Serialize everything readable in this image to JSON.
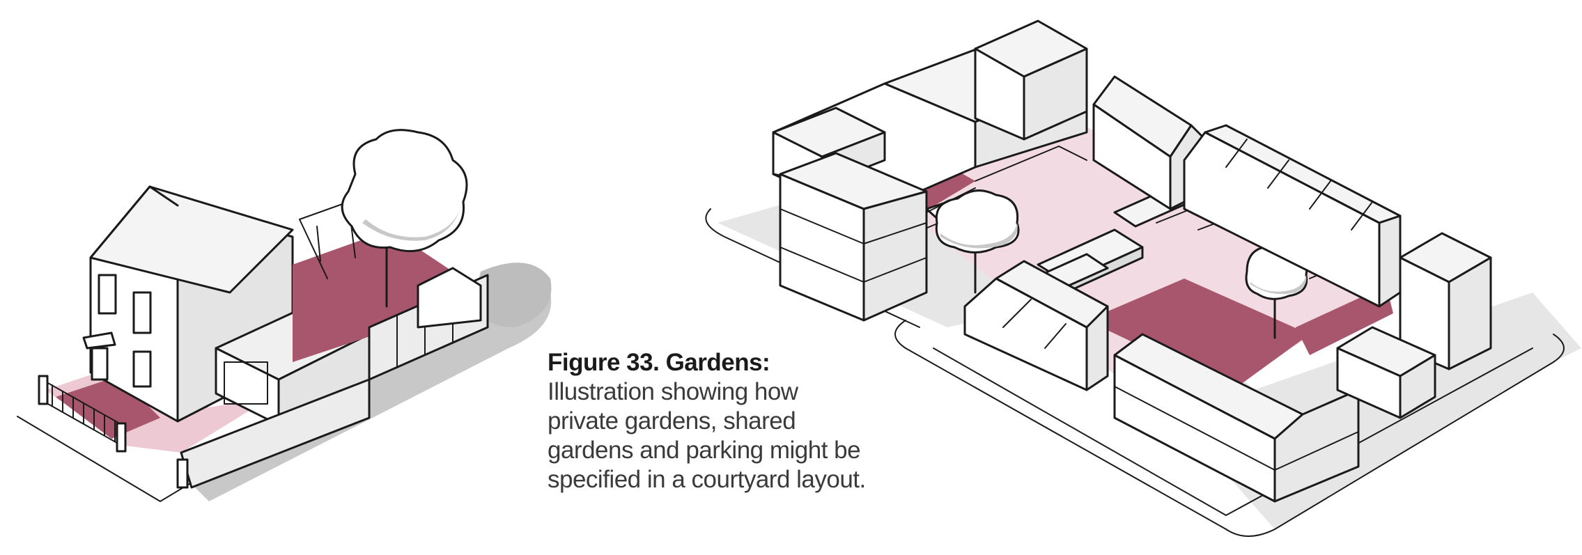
{
  "caption": {
    "figure": "Figure 33.",
    "label": "Gardens:",
    "text": "Illustration showing how private gardens, shared gardens and parking might be specified in a courtyard layout."
  },
  "colors": {
    "garden": "#a8566e",
    "garden_light": "#ecc9d3",
    "shared_ground": "#f2dbe2",
    "shadow": "#c8c8c8",
    "wall_side": "#e4e4e4",
    "roof": "#f4f4f4",
    "outline": "#1a1a1a"
  }
}
